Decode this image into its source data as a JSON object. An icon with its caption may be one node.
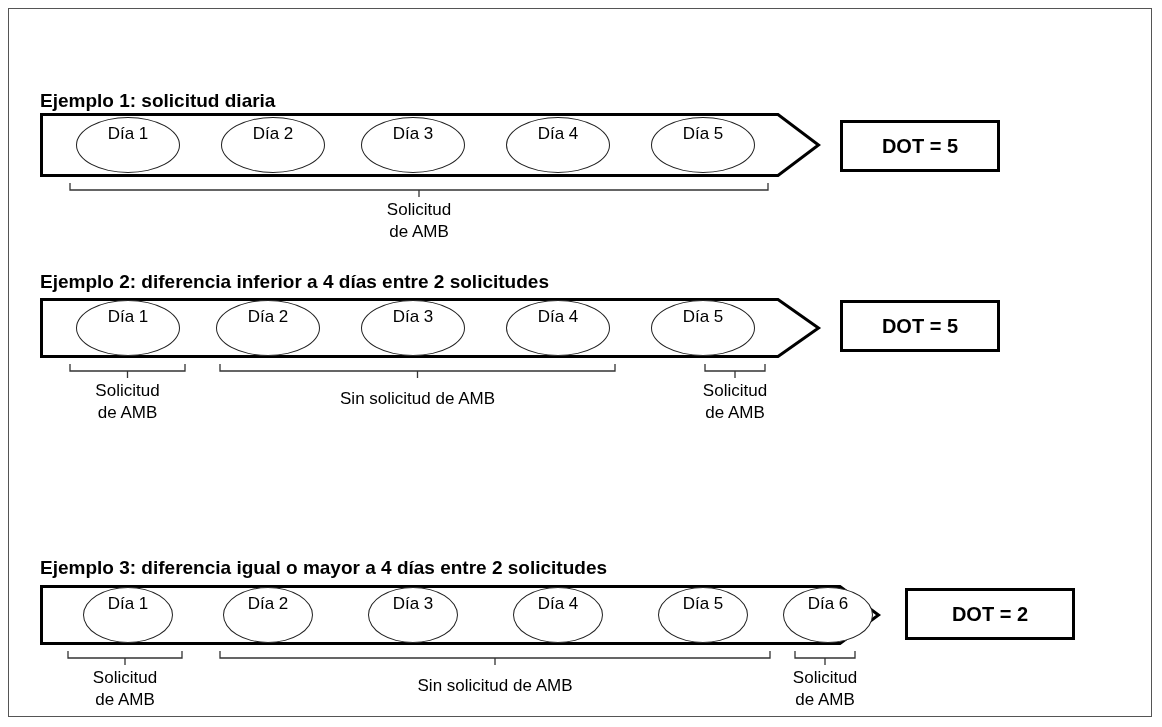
{
  "diagram": {
    "nodes": [
      {
        "text": [
          "Ejemplo 1: solicitud diaria"
        ]
      },
      {
        "text": [
          "Día 1"
        ],
        "in": 0
      },
      {
        "text": [
          "Día 2"
        ],
        "in": 0
      },
      {
        "text": [
          "Día 3"
        ],
        "in": 0
      },
      {
        "text": [
          "Día 4"
        ],
        "in": 0
      },
      {
        "text": [
          "Día 5"
        ],
        "in": 0
      },
      {
        "text": [
          "DOT = 5"
        ]
      },
      {
        "text": [
          "Ejemplo 2: diferencia inferior a 4 días entre 2 solicitudes"
        ]
      },
      {
        "text": [
          "Día 1"
        ],
        "in": 7
      },
      {
        "text": [
          "Día 2"
        ],
        "in": 7
      },
      {
        "text": [
          "Día 3"
        ],
        "in": 7
      },
      {
        "text": [
          "Día 4"
        ],
        "in": 7
      },
      {
        "text": [
          "Día 5"
        ],
        "in": 7
      },
      {
        "text": [
          "DOT = 5"
        ]
      },
      {
        "text": [
          "Ejemplo 3: diferencia igual o mayor a 4 días entre 2 solicitudes"
        ]
      },
      {
        "text": [
          "Día 1"
        ],
        "in": 14
      },
      {
        "text": [
          "Día 2"
        ],
        "in": 14
      },
      {
        "text": [
          "Día 3"
        ],
        "in": 14
      },
      {
        "text": [
          "Día 4"
        ],
        "in": 14
      },
      {
        "text": [
          "Día 5"
        ],
        "in": 14
      },
      {
        "text": [
          "Día 6"
        ],
        "in": 14
      },
      {
        "text": [
          "DOT = 2"
        ]
      }
    ],
    "edges": [],
    "labels": [
      "Solicitud de AMB",
      "Solicitud de AMB",
      "Sin solicitud de AMB",
      "Solicitud de AMB",
      "Solicitud de AMB",
      "Sin solicitud de AMB",
      "Solicitud de AMB"
    ]
  }
}
